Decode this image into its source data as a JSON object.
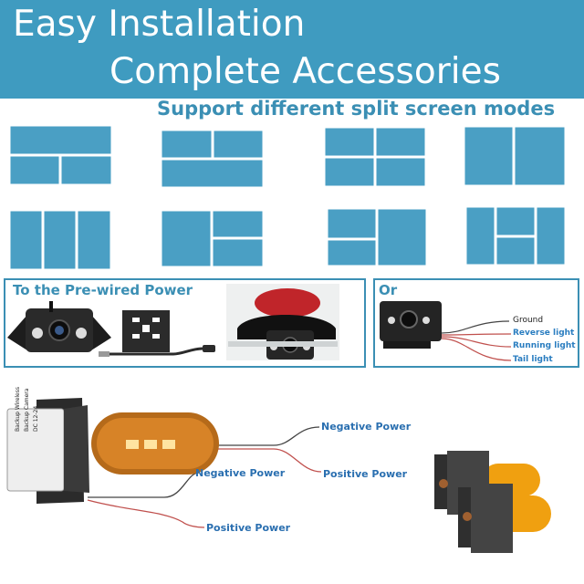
{
  "banner": {
    "title_line1": "Easy Installation",
    "title_line2": "Complete Accessories",
    "color": "#3f9bc0"
  },
  "modes_heading": "Support different split screen modes",
  "split_modes": [
    "horizontal-2",
    "top-wide-bottom-2",
    "grid-2x2",
    "left-wide-right-2",
    "vertical-3",
    "left-tall-right-2-stacked",
    "bottom-wide-top-2",
    "quad-with-center"
  ],
  "panel_left": {
    "title": "To the Pre-wired Power"
  },
  "panel_right": {
    "title": "Or",
    "wires": [
      "Ground",
      "Reverse light",
      "Running light",
      "Tail light"
    ]
  },
  "bottom": {
    "camera_sticker": [
      "Backup Wireless",
      "Backup Camera",
      "DC 12-24"
    ],
    "labels": {
      "neg_power_top": "Negative Power",
      "pos_power_right": "Positive Power",
      "neg_power_left": "Negative Power",
      "pos_power_bottom": "Positive Power"
    }
  },
  "colors": {
    "accent": "#3f9bc0",
    "label_blue": "#2a6fb0",
    "wire_red": "#c0504d"
  }
}
